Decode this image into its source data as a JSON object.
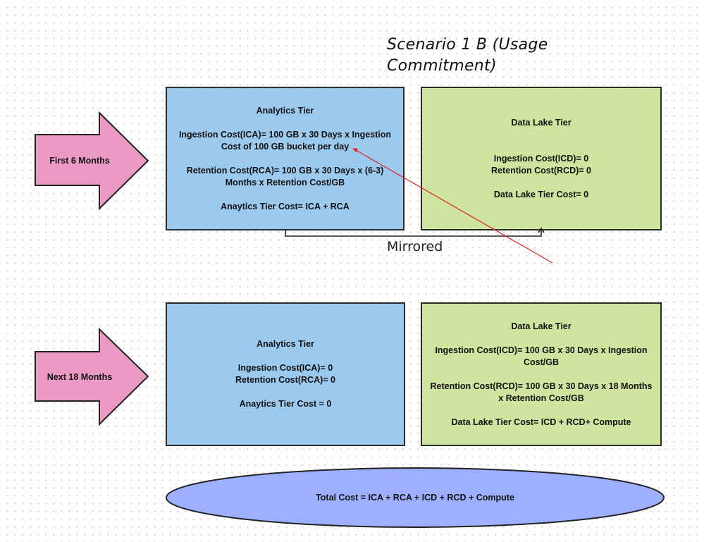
{
  "title": {
    "line1": "Scenario 1 B (Usage",
    "line2": "Commitment)"
  },
  "colors": {
    "analytics_fill": "#9cc9ee",
    "datalake_fill": "#cde59e",
    "arrow_fill": "#ea98c4",
    "total_fill": "#9dafff",
    "annotation_line": "#e02020"
  },
  "phases": [
    {
      "label": "First 6 Months",
      "analytics": {
        "heading": "Analytics Tier",
        "ingestion_line1": "Ingestion Cost(ICA)= 100 GB x 30 Days x Ingestion",
        "ingestion_line2": "Cost of 100 GB bucket per day",
        "retention_line1": "Retention Cost(RCA)= 100 GB x 30 Days x (6-3)",
        "retention_line2": "Months x Retention Cost/GB",
        "total": "Anaytics Tier Cost= ICA + RCA"
      },
      "datalake": {
        "heading": "Data Lake Tier",
        "ingestion": "Ingestion Cost(ICD)= 0",
        "retention": "Retention Cost(RCD)= 0",
        "total": "Data Lake Tier Cost= 0"
      }
    },
    {
      "label": "Next 18 Months",
      "analytics": {
        "heading": "Analytics Tier",
        "ingestion": "Ingestion Cost(ICA)= 0",
        "retention": "Retention Cost(RCA)= 0",
        "total": "Anaytics Tier Cost = 0"
      },
      "datalake": {
        "heading": "Data Lake Tier",
        "ingestion_line1": "Ingestion Cost(ICD)= 100 GB x 30 Days x Ingestion",
        "ingestion_line2": "Cost/GB",
        "retention_line1": "Retention Cost(RCD)= 100 GB x 30 Days x 18 Months",
        "retention_line2": "x Retention Cost/GB",
        "total": "Data Lake Tier Cost= ICD + RCD+ Compute"
      }
    }
  ],
  "connector_label": "Mirrored",
  "total_cost": "Total Cost = ICA + RCA + ICD + RCD + Compute"
}
